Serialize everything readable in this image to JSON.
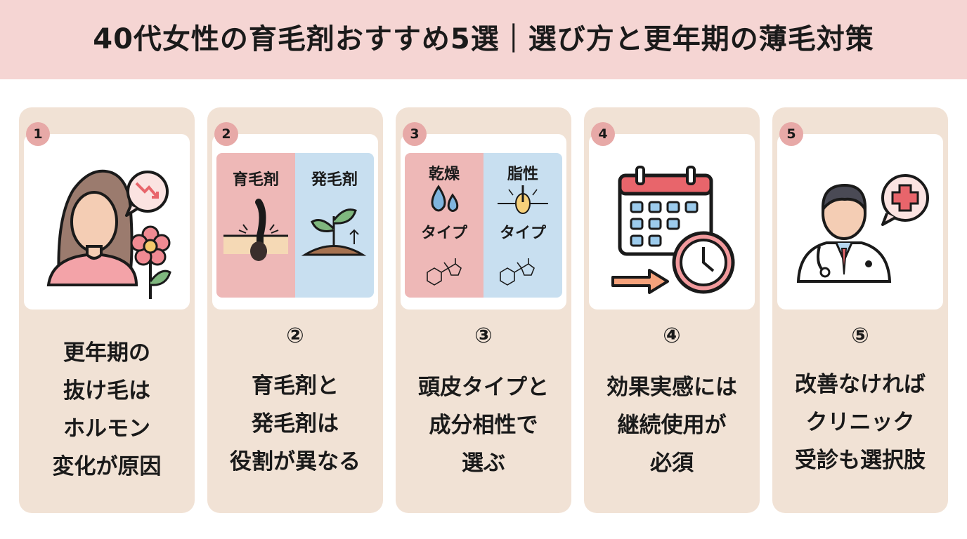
{
  "header": {
    "title": "40代女性の育毛剤おすすめ5選｜選び方と更年期の薄毛対策",
    "background_color": "#f5d5d3"
  },
  "colors": {
    "card_bg": "#f1e2d5",
    "badge": "#e7a9a7",
    "pink_half": "#eeb8b7",
    "blue_half": "#c8dff0",
    "accent_red": "#e8656b"
  },
  "cards": [
    {
      "badge": "1",
      "caption": [
        "更年期の",
        "抜け毛は",
        "ホルモン",
        "変化が原因"
      ],
      "icons": [
        "woman-icon",
        "trend-down-icon",
        "flower-icon"
      ]
    },
    {
      "badge": "2",
      "circled_number": "②",
      "left_label": "育毛剤",
      "right_label": "発毛剤",
      "caption": [
        "育毛剤と",
        "発毛剤は",
        "役割が異なる"
      ],
      "icons": [
        "hair-follicle-icon",
        "sprout-icon"
      ]
    },
    {
      "badge": "3",
      "circled_number": "③",
      "left_label": [
        "乾燥",
        "タイプ"
      ],
      "right_label": [
        "脂性",
        "タイプ"
      ],
      "caption": [
        "頭皮タイプと",
        "成分相性で",
        "選ぶ"
      ],
      "icons": [
        "water-drops-icon",
        "oil-follicle-icon",
        "molecule-icon"
      ]
    },
    {
      "badge": "4",
      "circled_number": "④",
      "caption": [
        "効果実感には",
        "継続使用が",
        "必須"
      ],
      "icons": [
        "calendar-icon",
        "clock-icon",
        "arrow-right-icon"
      ]
    },
    {
      "badge": "5",
      "circled_number": "⑤",
      "caption": [
        "改善なければ",
        "クリニック",
        "受診も選択肢"
      ],
      "icons": [
        "doctor-icon",
        "medical-cross-icon"
      ]
    }
  ]
}
